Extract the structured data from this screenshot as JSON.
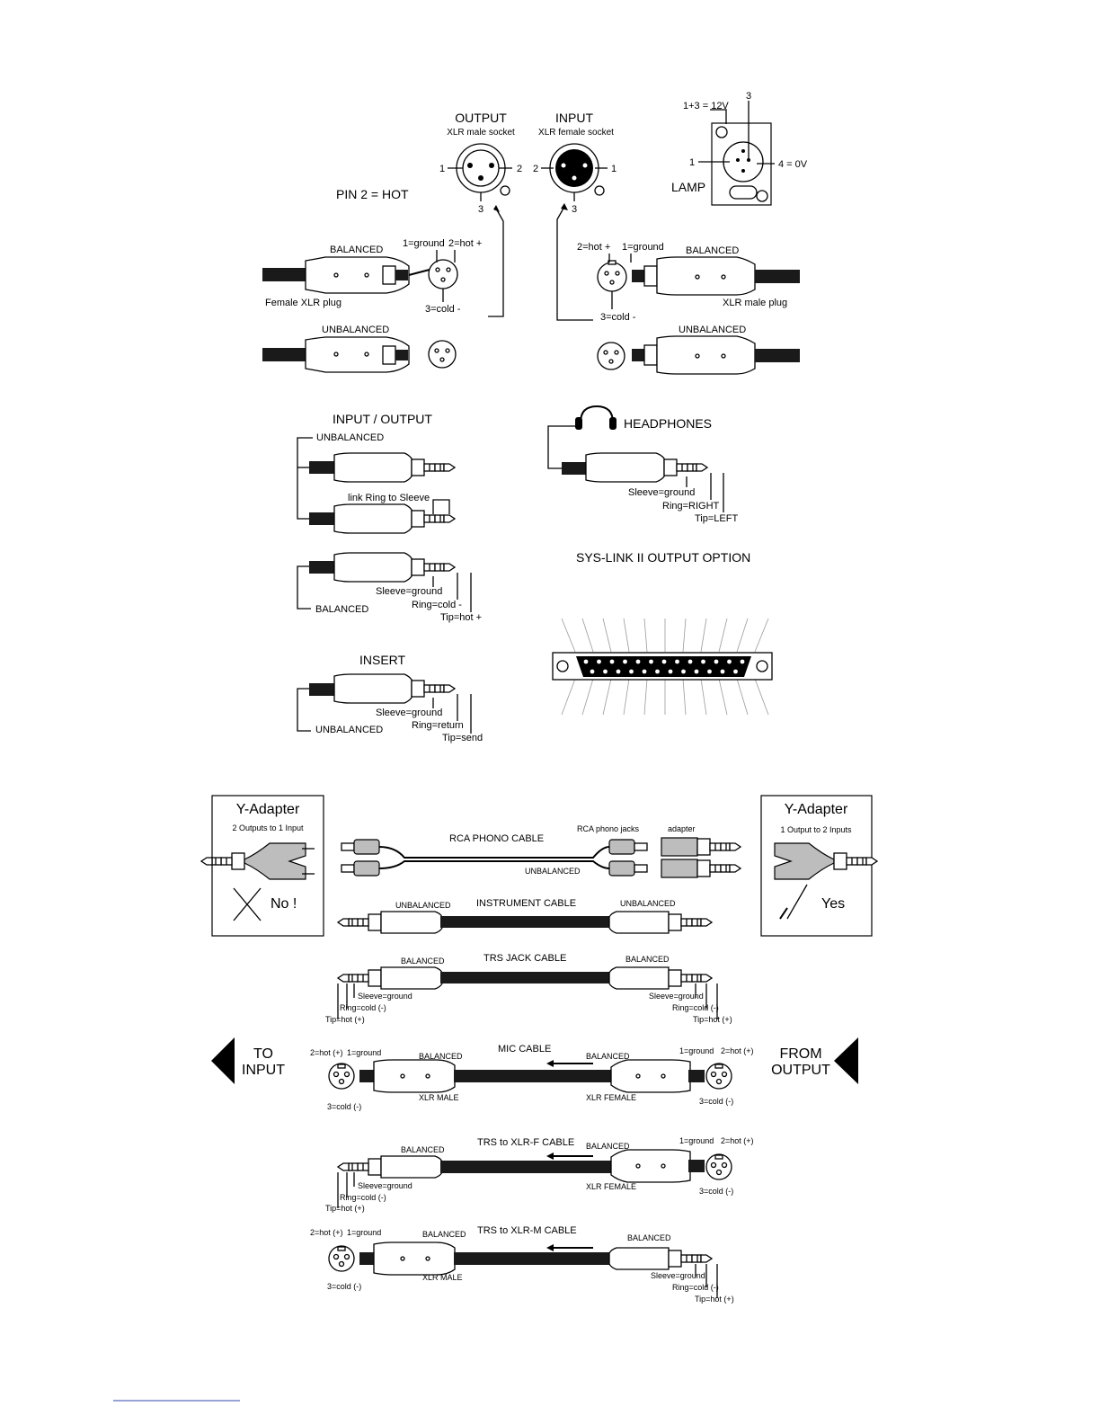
{
  "xlr_sockets": {
    "output_title": "OUTPUT",
    "output_sub": "XLR male socket",
    "input_title": "INPUT",
    "input_sub": "XLR female socket",
    "pin1": "1",
    "pin2": "2",
    "pin3": "3",
    "pin2_hot": "PIN 2 = HOT"
  },
  "lamp": {
    "label": "LAMP",
    "v12": "1+3 = 12V",
    "v0": "4 = 0V",
    "pin1": "1",
    "pin3": "3"
  },
  "xlr_plugs": {
    "balanced": "BALANCED",
    "unbalanced": "UNBALANCED",
    "female_plug": "Female XLR plug",
    "male_plug": "XLR male plug",
    "ground": "1=ground",
    "hot": "2=hot +",
    "cold": "3=cold -"
  },
  "jacks": {
    "io_title": "INPUT / OUTPUT",
    "unbalanced": "UNBALANCED",
    "link_ring": "link Ring to Sleeve",
    "balanced": "BALANCED",
    "sleeve_ground": "Sleeve=ground",
    "ring_cold": "Ring=cold -",
    "tip_hot": "Tip=hot +",
    "insert_title": "INSERT",
    "ring_return": "Ring=return",
    "tip_send": "Tip=send",
    "headphones_title": "HEADPHONES",
    "ring_right": "Ring=RIGHT",
    "tip_left": "Tip=LEFT",
    "syslink_title": "SYS-LINK II OUTPUT OPTION"
  },
  "y_adapter_left": {
    "title": "Y-Adapter",
    "sub": "2 Outputs to 1 Input",
    "verdict": "No !"
  },
  "y_adapter_right": {
    "title": "Y-Adapter",
    "sub": "1 Output to 2 Inputs",
    "verdict": "Yes"
  },
  "cables": {
    "rca_title": "RCA PHONO CABLE",
    "rca_jacks": "RCA phono jacks",
    "adapter": "adapter",
    "unbalanced": "UNBALANCED",
    "instrument_title": "INSTRUMENT CABLE",
    "trs_title": "TRS JACK CABLE",
    "balanced": "BALANCED",
    "sleeve_ground": "Sleeve=ground",
    "ring_cold": "Ring=cold (-)",
    "tip_hot": "Tip=hot (+)",
    "mic_title": "MIC CABLE",
    "hot_p": "2=hot (+)",
    "ground": "1=ground",
    "cold_p": "3=cold (-)",
    "xlr_male": "XLR MALE",
    "xlr_female": "XLR FEMALE",
    "trs_xlrf_title": "TRS to XLR-F CABLE",
    "trs_xlrm_title": "TRS to XLR-M CABLE"
  },
  "directions": {
    "to_input_1": "TO",
    "to_input_2": "INPUT",
    "from_output_1": "FROM",
    "from_output_2": "OUTPUT"
  }
}
